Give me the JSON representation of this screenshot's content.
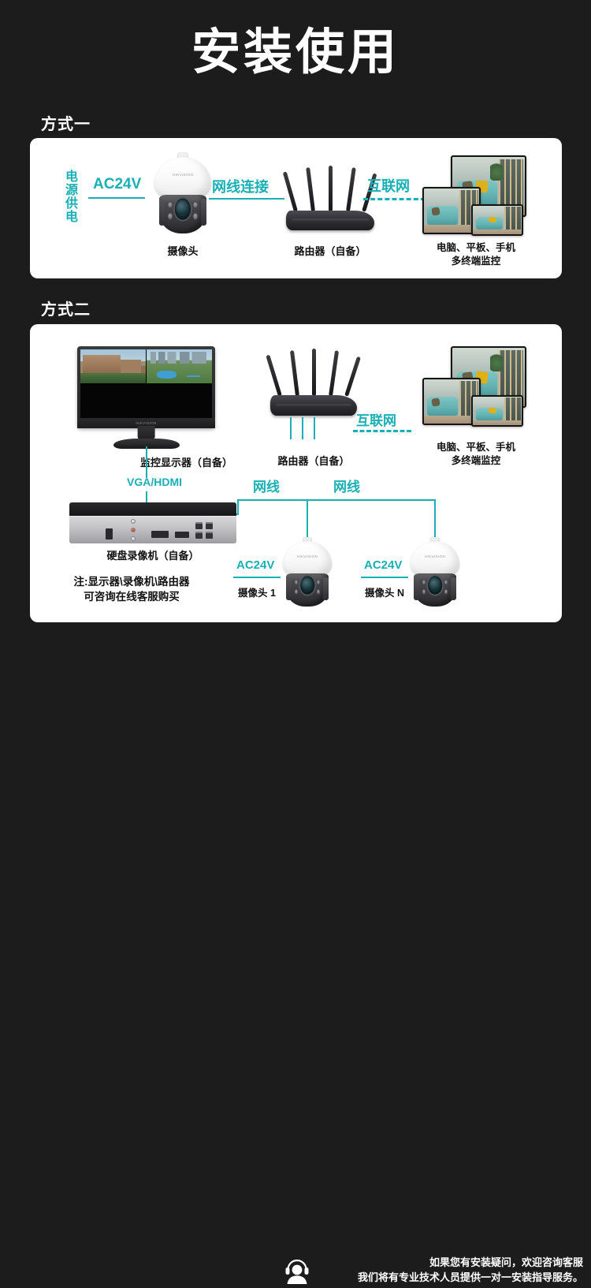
{
  "page": {
    "title": "安装使用",
    "background_color": "#1c1c1c",
    "accent_color": "#18b0b4",
    "panel_color": "#ffffff"
  },
  "sections": [
    {
      "label": "方式一"
    },
    {
      "label": "方式二"
    }
  ],
  "method_one": {
    "power_label": "电源供电",
    "power_spec": "AC24V",
    "link_label": "网线连接",
    "internet_label": "互联网",
    "camera_caption": "摄像头",
    "router_caption": "路由器（自备）",
    "devices_caption_line1": "电脑、平板、手机",
    "devices_caption_line2": "多终端监控"
  },
  "method_two": {
    "monitor_caption": "监控显示器（自备）",
    "monitor_cable_label": "VGA/HDMI",
    "nvr_caption": "硬盘录像机（自备）",
    "router_caption": "路由器（自备）",
    "internet_label": "互联网",
    "devices_caption_line1": "电脑、平板、手机",
    "devices_caption_line2": "多终端监控",
    "lan_label_left": "网线",
    "lan_label_right": "网线",
    "camera1_power": "AC24V",
    "camera1_caption": "摄像头 1",
    "cameraN_power": "AC24V",
    "cameraN_caption": "摄像头 N",
    "note_line1": "注:显示器\\录像机\\路由器",
    "note_line2": "可咨询在线客服购买"
  },
  "device_brand": "HIKVISION",
  "footer": {
    "icon": "customer-service-headset-icon",
    "line1": "如果您有安装疑问，欢迎咨询客服",
    "line2": "我们将有专业技术人员提供一对一安装指导服务。"
  }
}
